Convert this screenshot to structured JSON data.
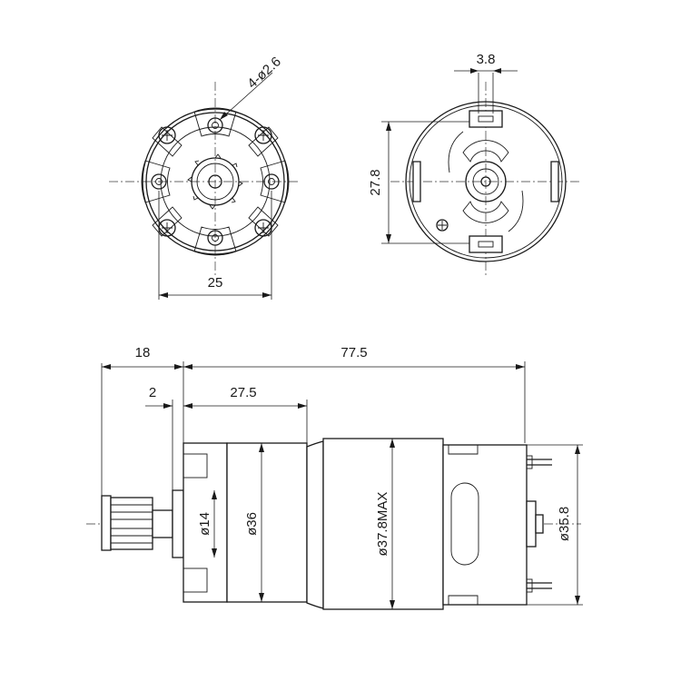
{
  "dimensions": {
    "hole_spec": "4-ø2.6",
    "bolt_spacing": "25",
    "terminal_width": "3.8",
    "terminal_span": "27.8",
    "pulley_offset": "18",
    "motor_length": "77.5",
    "flange_thickness": "2",
    "gearbox_length": "27.5",
    "shaft_boss_dia": "ø14",
    "gearbox_dia": "ø36",
    "motor_dia": "ø37.8MAX",
    "end_cap_dia": "ø35.8"
  }
}
